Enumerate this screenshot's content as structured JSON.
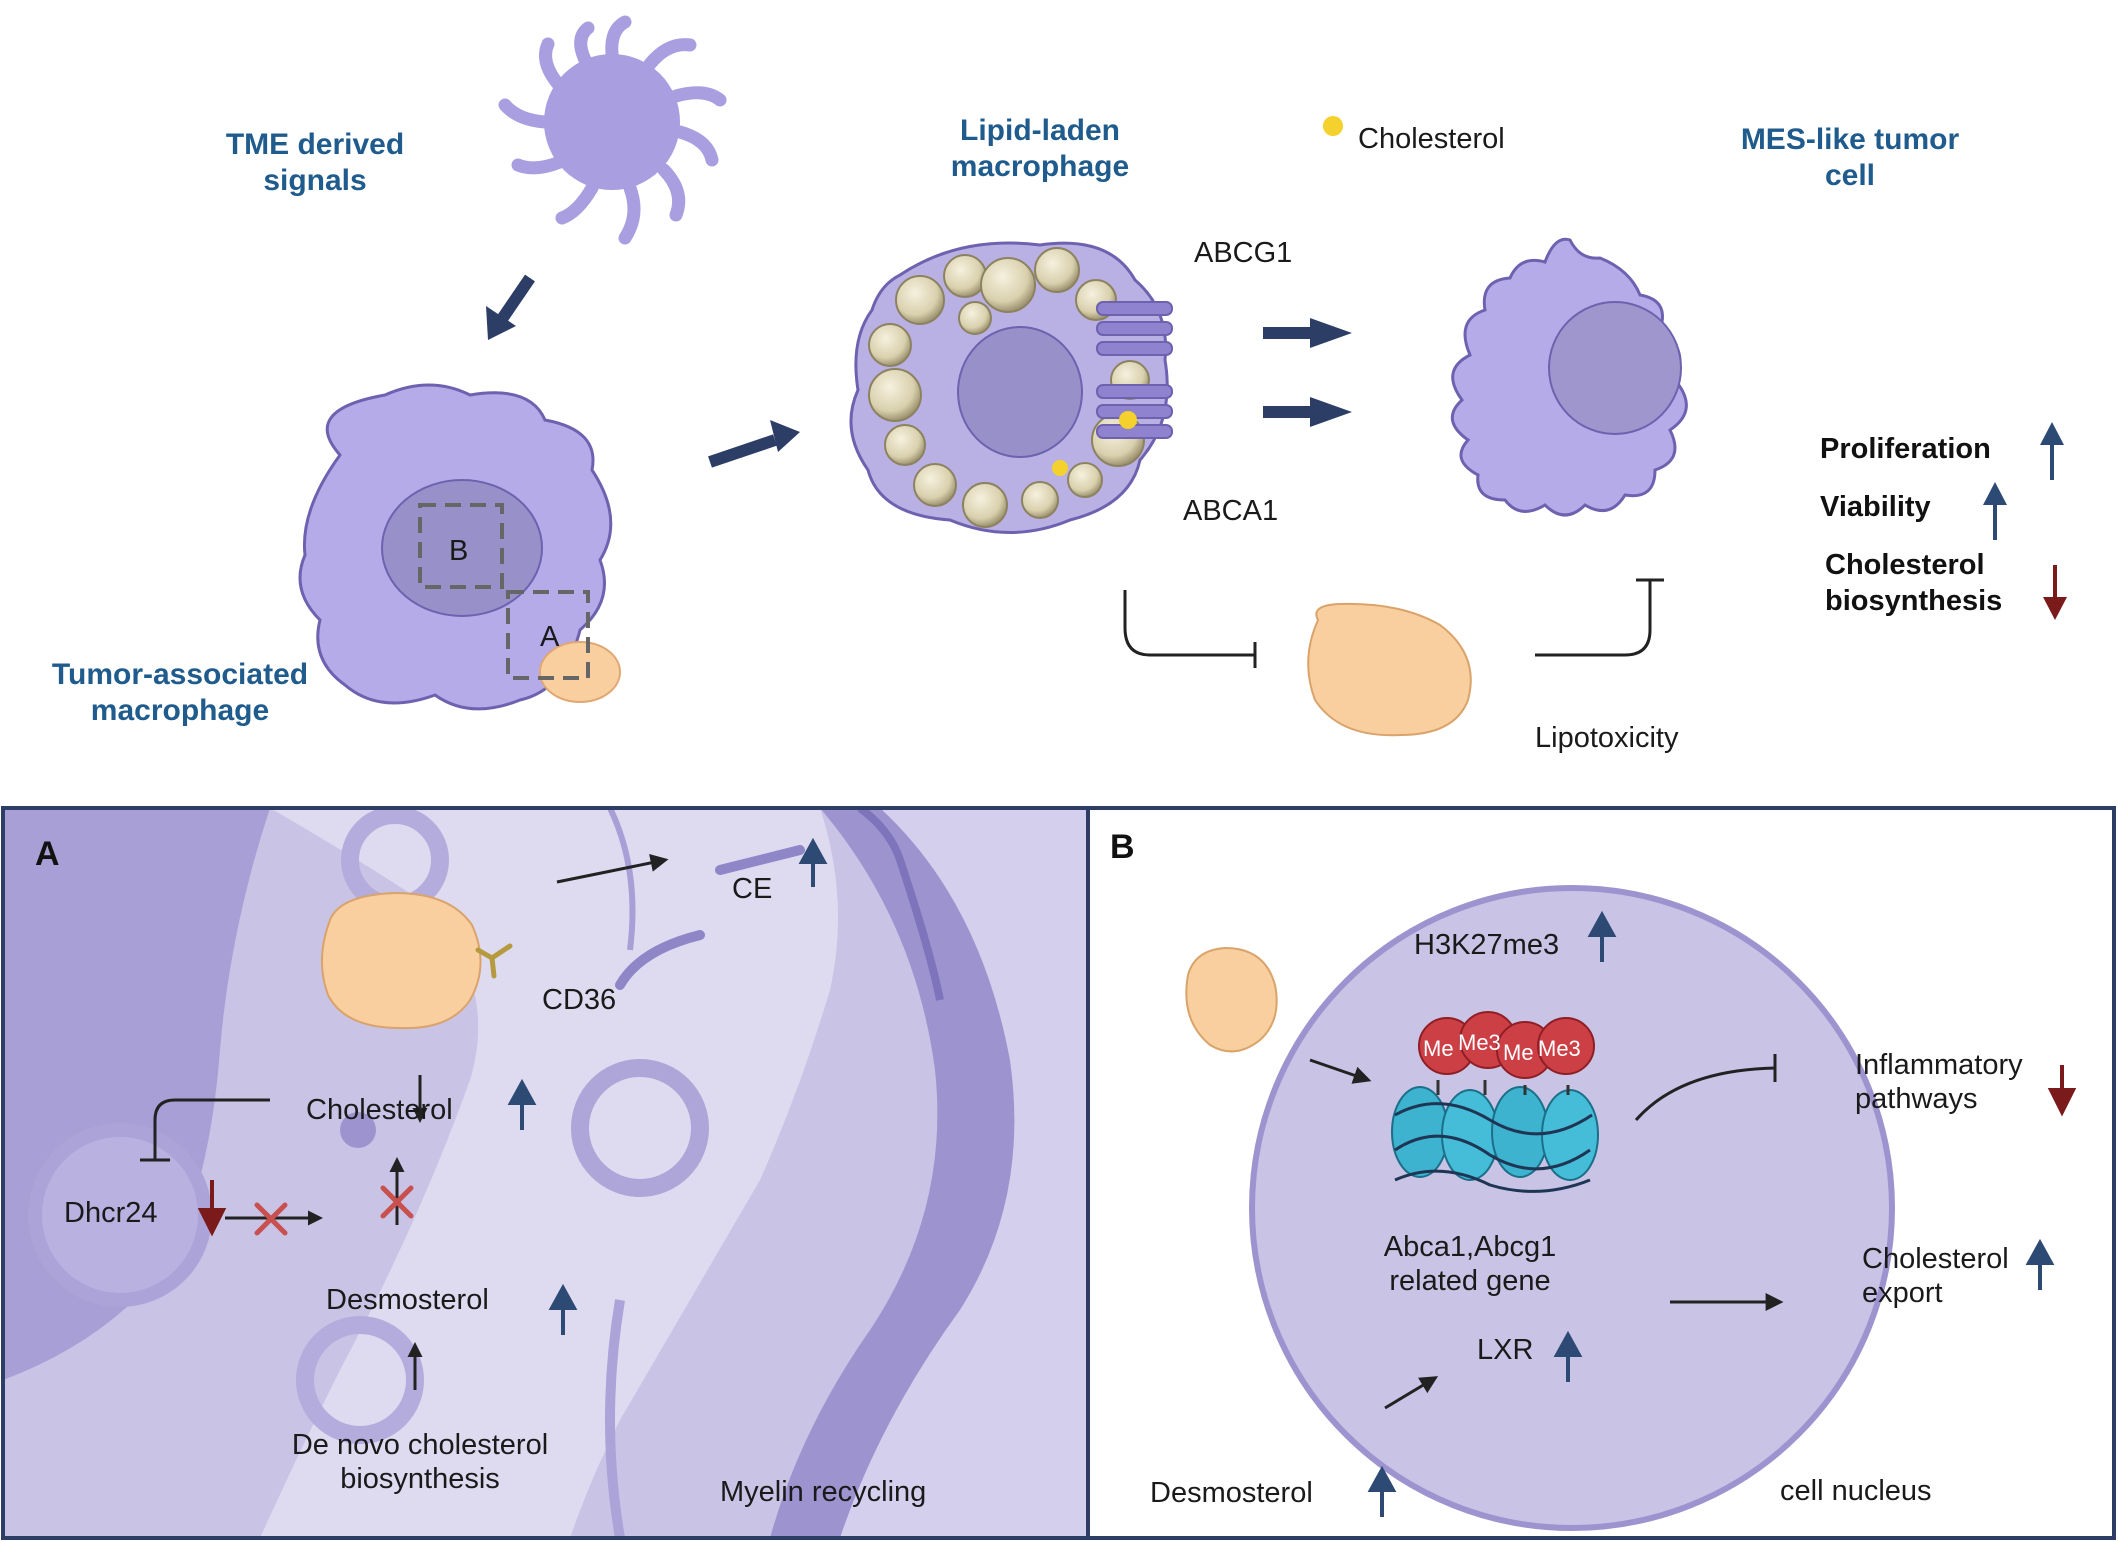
{
  "top": {
    "tme_signals": [
      "TME derived",
      "signals"
    ],
    "tam_label": [
      "Tumor-associated",
      "macrophage"
    ],
    "box_b": "B",
    "box_a": "A",
    "lipid_macrophage": [
      "Lipid-laden",
      "macrophage"
    ],
    "cholesterol_legend": "Cholesterol",
    "abcg1": "ABCG1",
    "abca1": "ABCA1",
    "mes_cell": [
      "MES-like tumor",
      "cell"
    ],
    "lipotoxicity": "Lipotoxicity",
    "effects": {
      "proliferation": "Proliferation",
      "viability": "Viability",
      "cholesterol_biosynthesis": [
        "Cholesterol",
        "biosynthesis"
      ]
    }
  },
  "panel_a": {
    "letter": "A",
    "ce": "CE",
    "cd36": "CD36",
    "cholesterol": "Cholesterol",
    "dhcr24": "Dhcr24",
    "desmosterol": "Desmosterol",
    "de_novo": [
      "De novo cholesterol",
      "biosynthesis"
    ],
    "myelin": "Myelin recycling"
  },
  "panel_b": {
    "letter": "B",
    "h3k27me3": "H3K27me3",
    "me_marks": [
      "Me",
      "Me3",
      "Me",
      "Me3"
    ],
    "genes": [
      "Abca1,Abcg1",
      "related gene"
    ],
    "lxr": "LXR",
    "inflammatory": [
      "Inflammatory",
      "pathways"
    ],
    "cholesterol_export": [
      "Cholesterol",
      "export"
    ],
    "desmosterol": "Desmosterol",
    "nucleus": "cell nucleus"
  },
  "colors": {
    "up_arrow": "#2c4a74",
    "down_arrow": "#7a1a1a",
    "title_blue": "#1f5b8c",
    "cell_purple": "#b5abe8",
    "lipid_orange": "#f9cfa0"
  }
}
